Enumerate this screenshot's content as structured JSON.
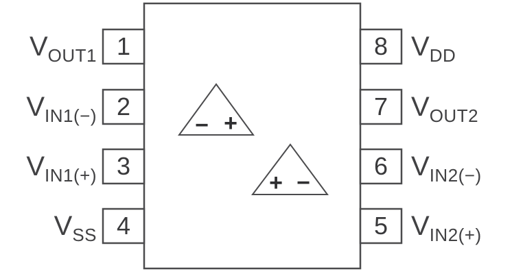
{
  "colors": {
    "line": "#4b4b4d",
    "label_text": "#414143",
    "pin_number_text": "#39393b",
    "background": "#ffffff"
  },
  "pins": {
    "left": [
      {
        "number": "1",
        "name": {
          "base": "V",
          "sub": "OUT1"
        }
      },
      {
        "number": "2",
        "name": {
          "base": "V",
          "sub": "IN1(−)"
        }
      },
      {
        "number": "3",
        "name": {
          "base": "V",
          "sub": "IN1(+)"
        }
      },
      {
        "number": "4",
        "name": {
          "base": "V",
          "sub": "SS"
        }
      }
    ],
    "right": [
      {
        "number": "8",
        "name": {
          "base": "V",
          "sub": "DD"
        }
      },
      {
        "number": "7",
        "name": {
          "base": "V",
          "sub": "OUT2"
        }
      },
      {
        "number": "6",
        "name": {
          "base": "V",
          "sub": "IN2(−)"
        }
      },
      {
        "number": "5",
        "name": {
          "base": "V",
          "sub": "IN2(+)"
        }
      }
    ]
  },
  "opamps": [
    {
      "minus": "−",
      "plus": "+"
    },
    {
      "minus": "−",
      "plus": "+"
    }
  ]
}
